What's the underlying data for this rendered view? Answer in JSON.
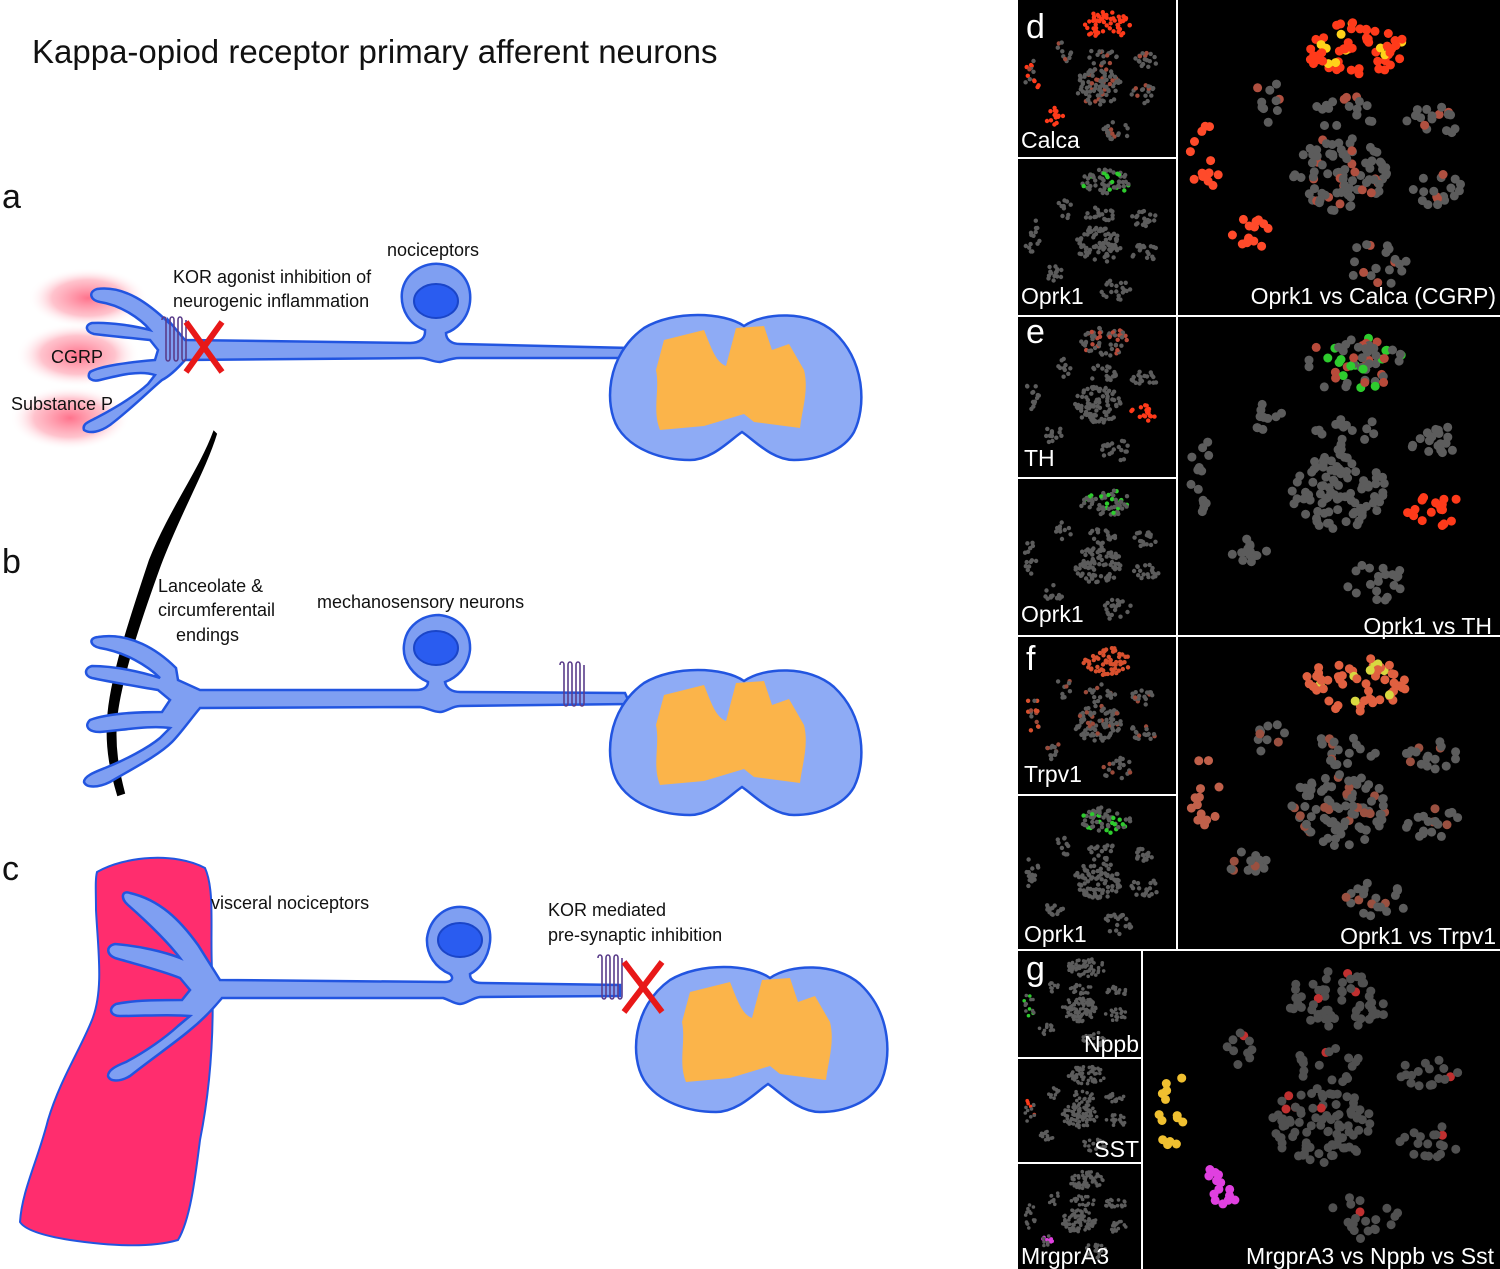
{
  "title": "Kappa-opiod receptor primary afferent neurons",
  "panels": {
    "a": {
      "label": "a",
      "cell_label": "nociceptors",
      "kor_text_line1": "KOR agonist inhibition of",
      "kor_text_line2": "neurogenic inflammation",
      "cgrp": "CGRP",
      "substance_p": "Substance P"
    },
    "b": {
      "label": "b",
      "cell_label": "mechanosensory neurons",
      "ending_line1": "Lanceolate &",
      "ending_line2": "circumferentail",
      "ending_line3": "endings"
    },
    "c": {
      "label": "c",
      "cell_label": "visceral nociceptors",
      "kor_text_line1": "KOR mediated",
      "kor_text_line2": "pre-synaptic inhibition"
    }
  },
  "tsne": {
    "d": {
      "label": "d",
      "gene1": "Calca",
      "gene2": "Oprk1",
      "combined": "Oprk1 vs Calca (CGRP)"
    },
    "e": {
      "label": "e",
      "gene1": "TH",
      "gene2": "Oprk1",
      "combined": "Oprk1 vs TH"
    },
    "f": {
      "label": "f",
      "gene1": "Trpv1",
      "gene2": "Oprk1",
      "combined": "Oprk1 vs Trpv1"
    },
    "g": {
      "label": "g",
      "gene1": "Nppb",
      "gene2": "SST",
      "gene3": "MrgprA3",
      "combined": "MrgprA3 vs Nppb vs Sst"
    }
  },
  "colors": {
    "nerve_fill": "#7f9ff2",
    "nerve_stroke": "#2255e0",
    "nucleus": "#2a5cf0",
    "gray_matter": "#fbb44a",
    "inhibition_x": "#e81818",
    "viscera": "#ff2d6e",
    "cgrp_glow": "#ff5a78",
    "tsne_background": "#000000",
    "tsne_cells": "#5c5c5c",
    "oprk1": "#2ecc2e",
    "calca": "#ff3a1a",
    "mrgpra3": "#e040e0",
    "nppb_sst": "#f0c030"
  }
}
